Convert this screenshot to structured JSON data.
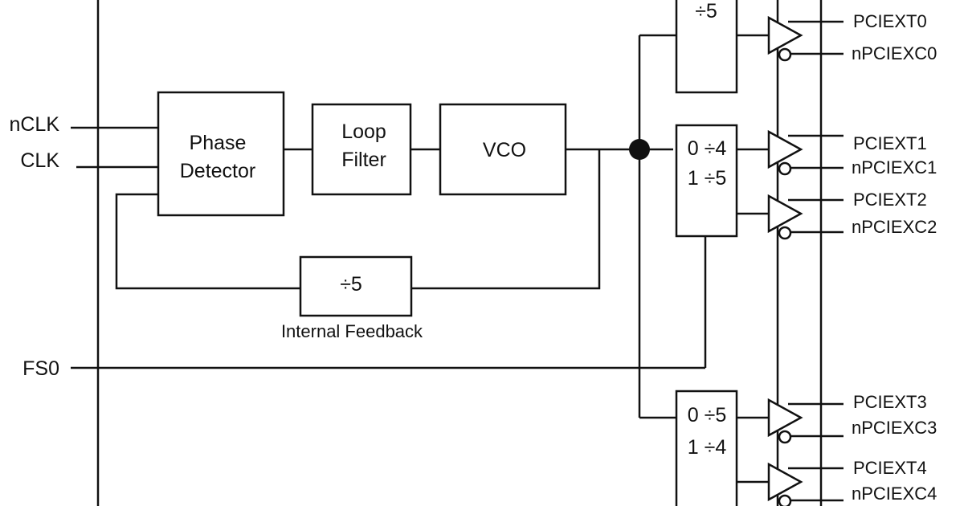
{
  "inputs": {
    "nclk": "nCLK",
    "clk": "CLK",
    "fs0": "FS0"
  },
  "blocks": {
    "phase_detector": [
      "Phase",
      "Detector"
    ],
    "loop_filter": [
      "Loop",
      "Filter"
    ],
    "vco": "VCO",
    "feedback_divider": "÷5",
    "feedback_caption": "Internal Feedback",
    "top_divider": "÷5",
    "divider_mid": [
      "0 ÷4",
      "1 ÷5"
    ],
    "divider_bot": [
      "0 ÷5",
      "1 ÷4"
    ]
  },
  "outputs": [
    {
      "pos": "PCIEXT0",
      "neg": "nPCIEXC0"
    },
    {
      "pos": "PCIEXT1",
      "neg": "nPCIEXC1"
    },
    {
      "pos": "PCIEXT2",
      "neg": "nPCIEXC2"
    },
    {
      "pos": "PCIEXT3",
      "neg": "nPCIEXC3"
    },
    {
      "pos": "PCIEXT4",
      "neg": "nPCIEXC4"
    }
  ],
  "colors": {
    "line": "#111111",
    "background": "#ffffff"
  }
}
